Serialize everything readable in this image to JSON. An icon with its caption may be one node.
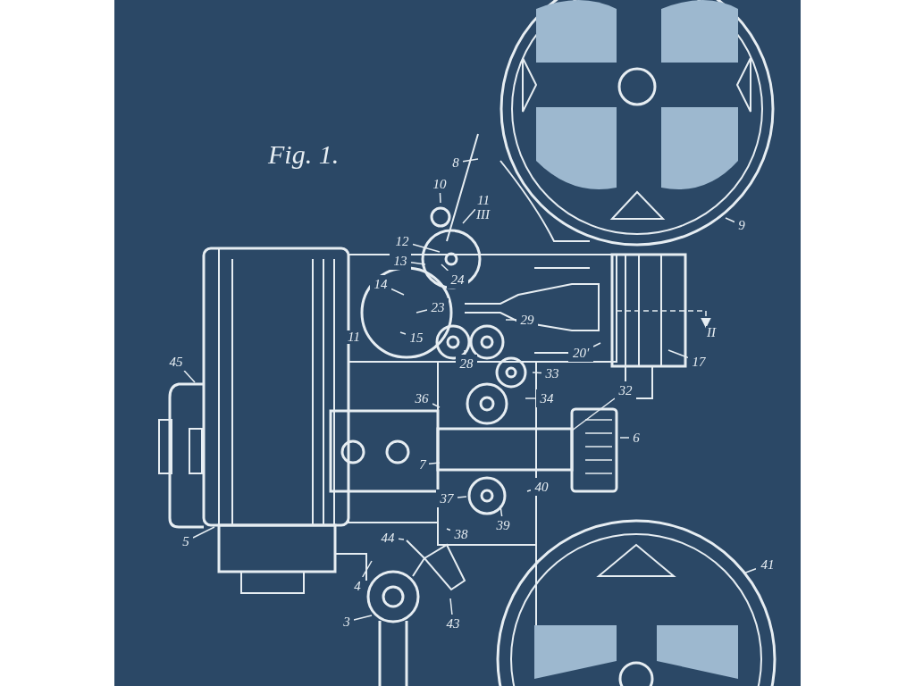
{
  "diagram": {
    "title": "Fig. 1.",
    "nodes": [
      {
        "text": [
          "8"
        ]
      },
      {
        "text": [
          "10"
        ]
      },
      {
        "text": [
          "11"
        ]
      },
      {
        "text": [
          "12"
        ]
      },
      {
        "text": [
          "13"
        ]
      },
      {
        "text": [
          "24"
        ]
      },
      {
        "text": [
          "14"
        ]
      },
      {
        "text": [
          "23"
        ]
      },
      {
        "text": [
          "15"
        ]
      },
      {
        "text": [
          "28"
        ]
      },
      {
        "text": [
          "29"
        ]
      },
      {
        "text": [
          "20'"
        ]
      },
      {
        "text": [
          "33"
        ]
      },
      {
        "text": [
          "34"
        ]
      },
      {
        "text": [
          "32"
        ]
      },
      {
        "text": [
          "36"
        ]
      },
      {
        "text": [
          "7"
        ]
      },
      {
        "text": [
          "6"
        ]
      },
      {
        "text": [
          "40"
        ]
      },
      {
        "text": [
          "37"
        ]
      },
      {
        "text": [
          "39"
        ]
      },
      {
        "text": [
          "38"
        ]
      },
      {
        "text": [
          "9"
        ]
      },
      {
        "text": [
          "17"
        ]
      },
      {
        "text": [
          "45"
        ]
      },
      {
        "text": [
          "5"
        ]
      },
      {
        "text": [
          "44"
        ]
      },
      {
        "text": [
          "4"
        ]
      },
      {
        "text": [
          "3"
        ]
      },
      {
        "text": [
          "43"
        ]
      },
      {
        "text": [
          "41"
        ]
      }
    ],
    "edges": [
      {
        "from": 0,
        "to": null,
        "arrow": "none"
      },
      {
        "from": 1,
        "to": null,
        "arrow": "none"
      },
      {
        "from": 2,
        "to": null,
        "arrow": "none"
      },
      {
        "from": 3,
        "to": null,
        "arrow": "none"
      },
      {
        "from": 4,
        "to": null,
        "arrow": "none"
      },
      {
        "from": 5,
        "to": null,
        "arrow": "none"
      },
      {
        "from": 6,
        "to": null,
        "arrow": "none"
      },
      {
        "from": 7,
        "to": null,
        "arrow": "none"
      },
      {
        "from": 8,
        "to": null,
        "arrow": "none"
      },
      {
        "from": 9,
        "to": null,
        "arrow": "none"
      },
      {
        "from": 10,
        "to": null,
        "arrow": "none"
      },
      {
        "from": 11,
        "to": null,
        "arrow": "none"
      },
      {
        "from": 12,
        "to": null,
        "arrow": "none"
      },
      {
        "from": 13,
        "to": null,
        "arrow": "none"
      },
      {
        "from": 14,
        "to": null,
        "arrow": "none"
      },
      {
        "from": 15,
        "to": null,
        "arrow": "none"
      },
      {
        "from": 16,
        "to": null,
        "arrow": "none"
      },
      {
        "from": 17,
        "to": null,
        "arrow": "none"
      },
      {
        "from": 18,
        "to": null,
        "arrow": "none"
      },
      {
        "from": 19,
        "to": null,
        "arrow": "none"
      },
      {
        "from": 20,
        "to": null,
        "arrow": "none"
      },
      {
        "from": 21,
        "to": null,
        "arrow": "none"
      },
      {
        "from": 22,
        "to": null,
        "arrow": "none"
      },
      {
        "from": 23,
        "to": null,
        "arrow": "none"
      },
      {
        "from": 24,
        "to": null,
        "arrow": "none"
      },
      {
        "from": 25,
        "to": null,
        "arrow": "none"
      },
      {
        "from": 26,
        "to": null,
        "arrow": "none"
      },
      {
        "from": 27,
        "to": null,
        "arrow": "none"
      },
      {
        "from": 28,
        "to": null,
        "arrow": "none"
      },
      {
        "from": 29,
        "to": null,
        "arrow": "none"
      },
      {
        "from": 30,
        "to": null,
        "arrow": "none"
      }
    ],
    "labels": [
      "III",
      "11",
      "II"
    ]
  }
}
